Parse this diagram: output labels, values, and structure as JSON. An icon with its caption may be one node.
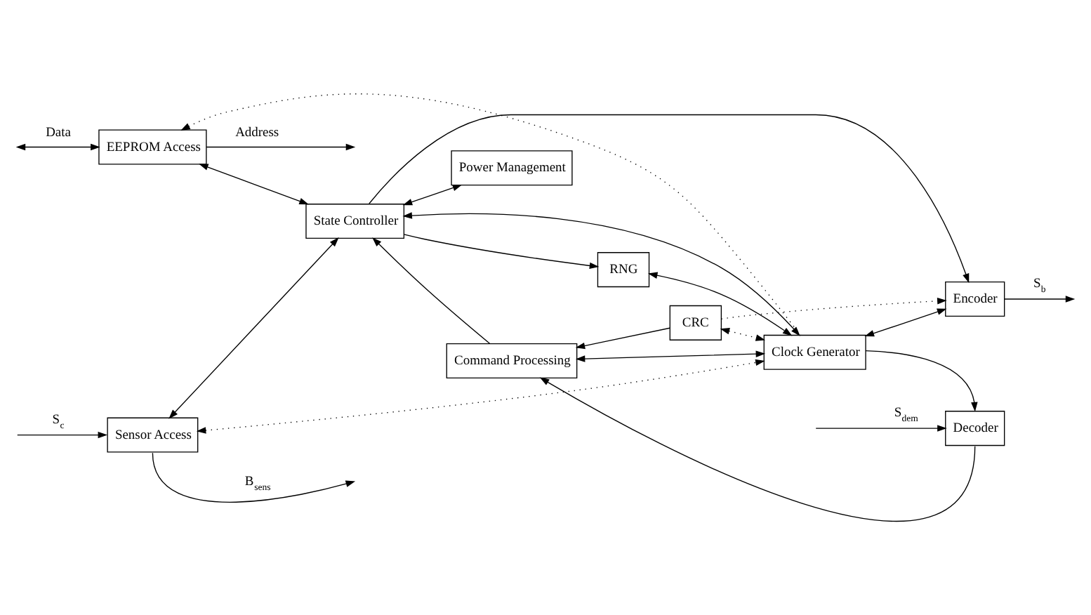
{
  "diagram": {
    "nodes": [
      {
        "text": [
          "Command Processing"
        ]
      },
      {
        "text": [
          "EEPROM Access"
        ]
      },
      {
        "text": [
          "CRC"
        ]
      },
      {
        "text": [
          "RNG"
        ]
      },
      {
        "text": [
          "Decoder"
        ]
      },
      {
        "text": [
          "State Controller"
        ]
      },
      {
        "text": [
          "Clock Generator"
        ]
      },
      {
        "text": [
          "Sensor Access"
        ]
      },
      {
        "text": [
          "Power Management"
        ]
      },
      {
        "text": [
          "Encoder"
        ]
      }
    ],
    "edges": [
      {
        "from": 1,
        "to": null,
        "arrow": "to",
        "label": "Address"
      },
      {
        "from": null,
        "to": 1,
        "arrow": "both",
        "label": "Data"
      },
      {
        "from": null,
        "to": 4,
        "arrow": "to",
        "label": "S$_{dem}$"
      },
      {
        "from": 2,
        "to": 0,
        "arrow": "to"
      },
      {
        "from": 4,
        "to": 0,
        "arrow": "to"
      },
      {
        "from": 6,
        "to": 1,
        "arrow": "to",
        "style": "dashed"
      },
      {
        "from": 0,
        "to": 5,
        "arrow": "to"
      },
      {
        "from": 0,
        "to": 6,
        "arrow": "both"
      },
      {
        "from": 2,
        "to": 6,
        "arrow": "both",
        "style": "dashed"
      },
      {
        "from": 5,
        "to": 3,
        "arrow": "to"
      },
      {
        "from": 3,
        "to": 6,
        "arrow": "both"
      },
      {
        "from": 6,
        "to": 4,
        "arrow": "to"
      },
      {
        "from": 5,
        "to": 1,
        "arrow": "both"
      },
      {
        "from": 5,
        "to": 6,
        "arrow": "both"
      },
      {
        "from": 5,
        "to": 7,
        "arrow": "both"
      },
      {
        "from": 5,
        "to": 8,
        "arrow": "both"
      },
      {
        "from": 5,
        "to": 9,
        "arrow": "to"
      },
      {
        "from": 6,
        "to": 9,
        "arrow": "both"
      },
      {
        "from": 2,
        "to": 9,
        "arrow": "to",
        "style": "dashed"
      },
      {
        "from": 6,
        "to": 7,
        "arrow": "both",
        "style": "dashed"
      },
      {
        "from": 7,
        "to": null,
        "arrow": "to",
        "label": "B$_{sens}$"
      },
      {
        "from": null,
        "to": 7,
        "arrow": "to",
        "label": "S$_{c}$"
      },
      {
        "from": 9,
        "to": null,
        "arrow": "to",
        "label": "S$_{b}$"
      }
    ]
  }
}
